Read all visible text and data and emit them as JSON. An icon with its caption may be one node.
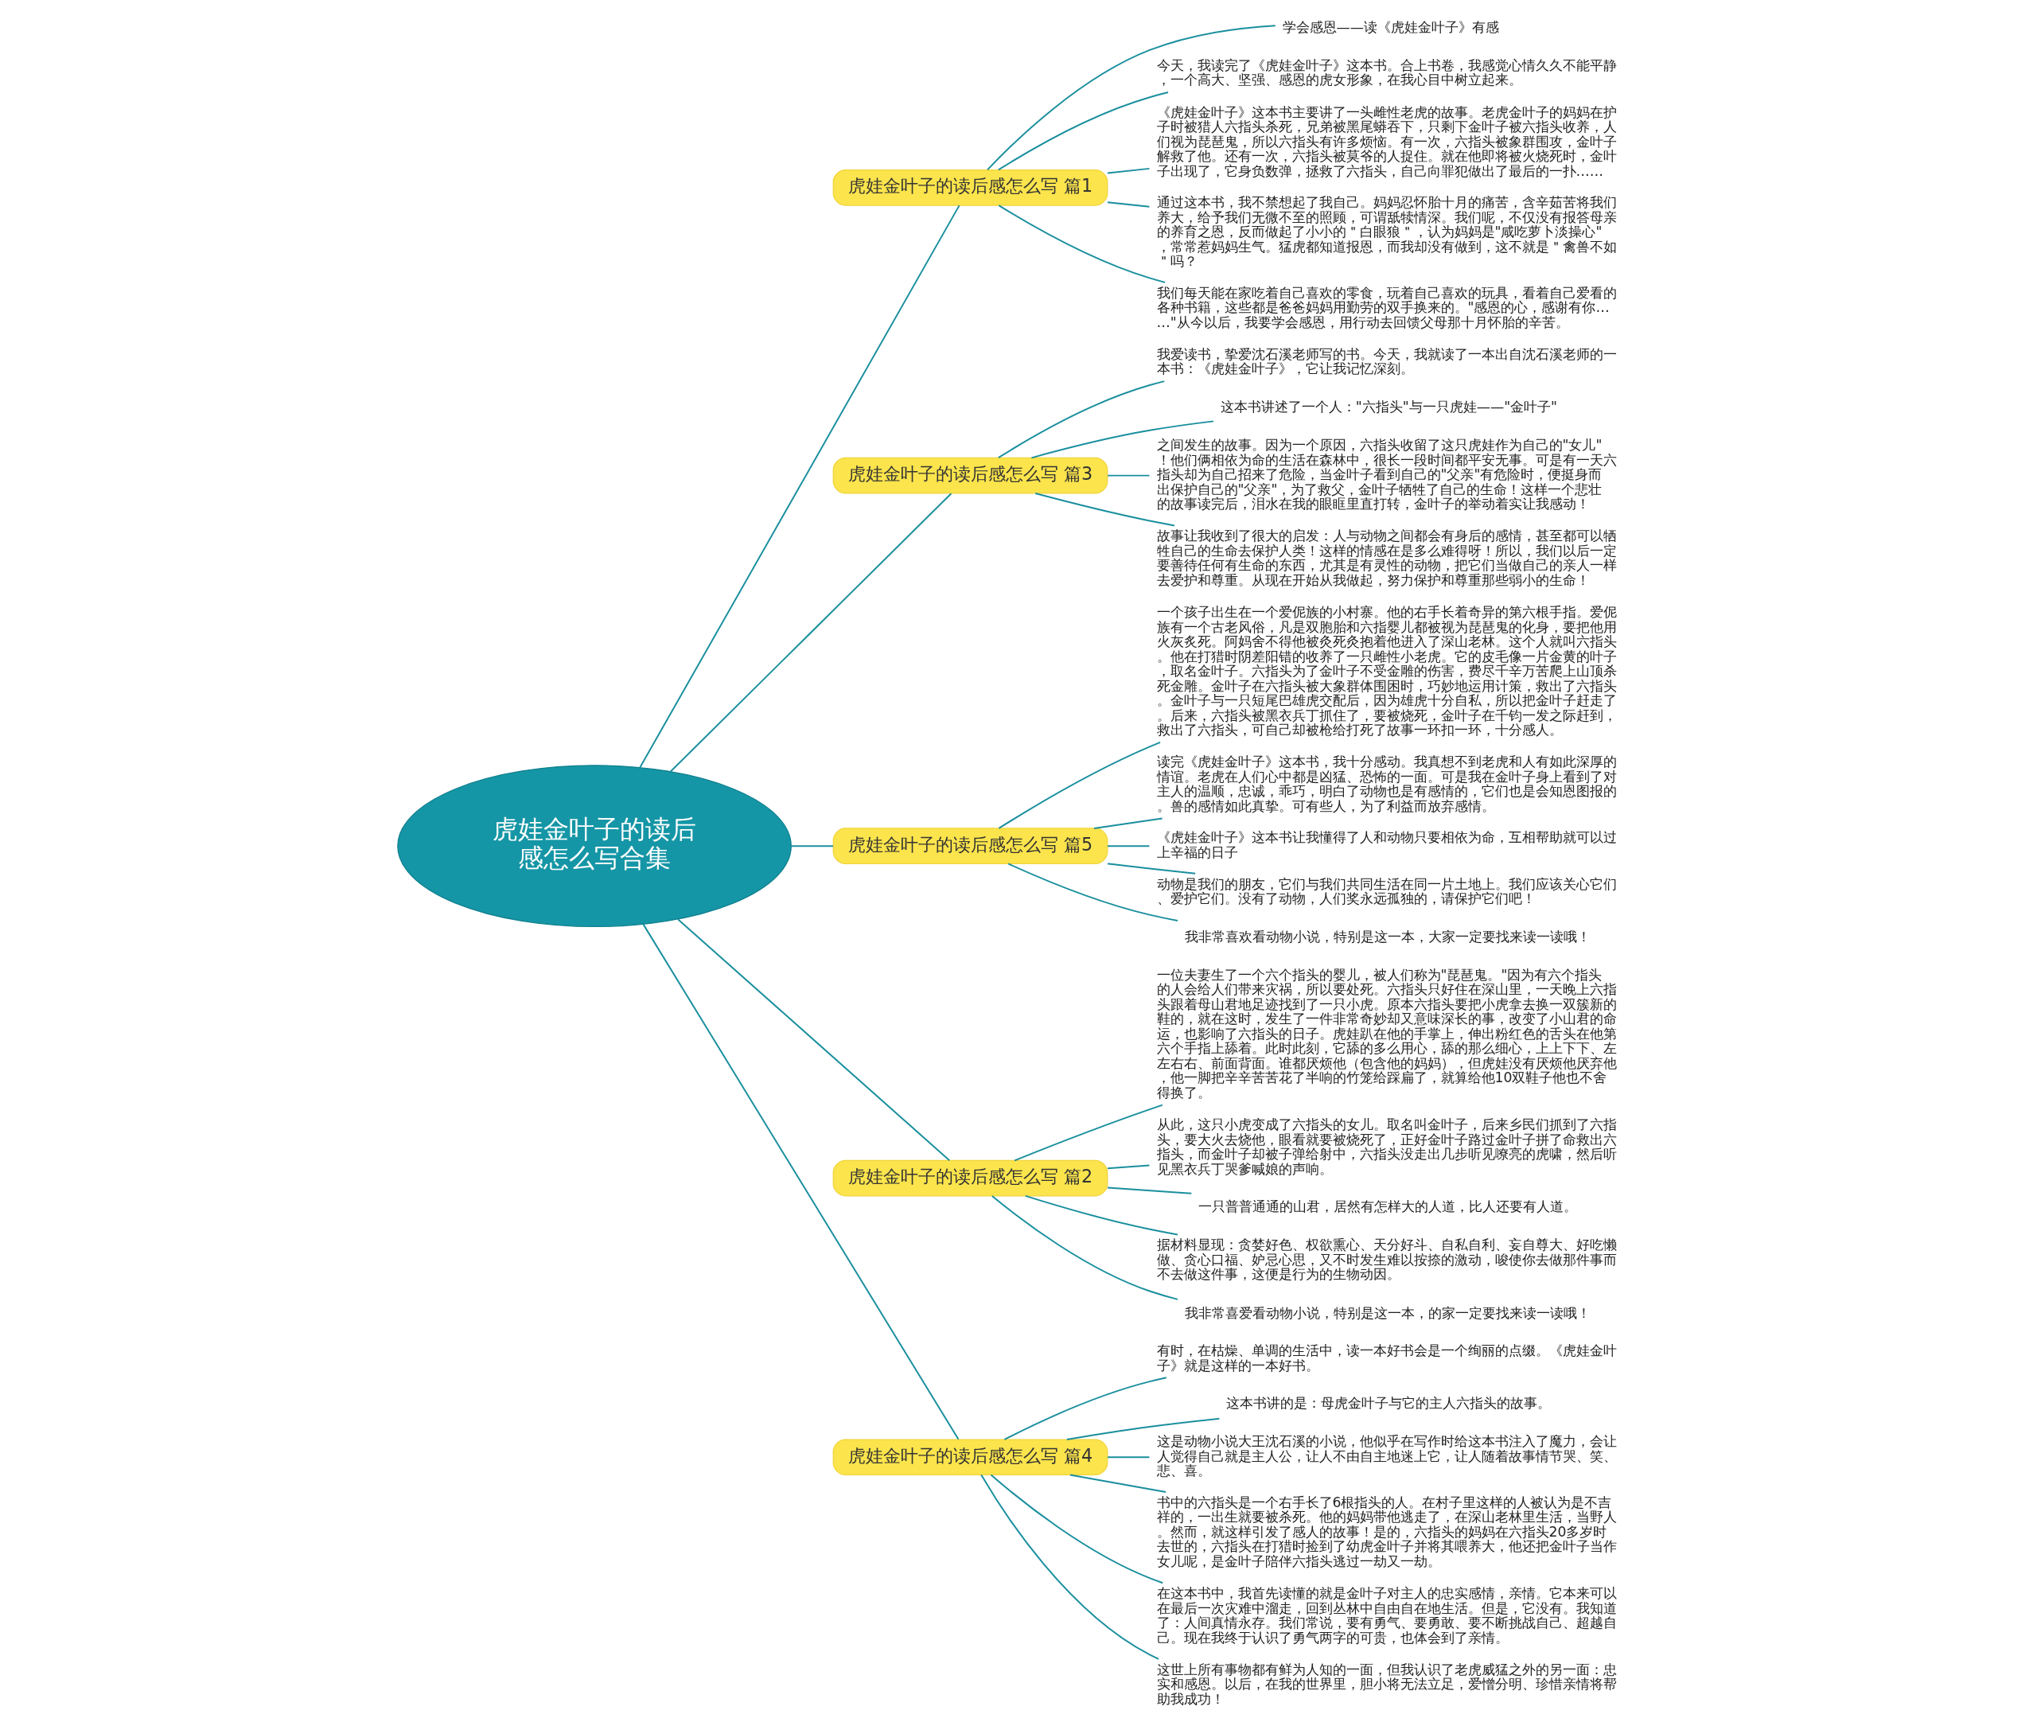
{
  "diagram": {
    "nodes": [
      {
        "text": [
          "虎娃金叶子的读后感怎么写合集"
        ]
      },
      {
        "text": [
          "虎娃金叶子的读后感怎么写 篇1"
        ]
      },
      {
        "text": [
          "学会感恩——读《虎娃金叶子》有感"
        ]
      },
      {
        "text": [
          "今天，我读完了《虎娃金叶子》这本书。合上书卷，我感觉心情久久不能平静，一个高大、坚强、感恩的虎女形象，在我心目中树立起来。"
        ]
      },
      {
        "text": [
          "《虎娃金叶子》这本书主要讲了一头雌性老虎的故事。老虎金叶子的妈妈在护子时被猎人六指头杀死，兄弟被黑尾蟒吞下，只剩下金叶子被六指头收养，人们视为琵琶鬼，所以六指头有许多烦恼。有一次，六指头被象群围攻，金叶子解救了他。还有一次，六指头被莫爷的人捉住。就在他即将被火烧死时，金叶子出现了，它身负数弹，拯救了六指头，自己向罪犯做出了最后的一扑……"
        ]
      },
      {
        "text": [
          "通过这本书，我不禁想起了我自己。妈妈忍怀胎十月的痛苦，含辛茹苦将我们养大，给予我们无微不至的照顾，可谓舐犊情深。我们呢，不仅没有报答母亲的养育之恩，反而做起了小小的＂白眼狼＂，认为妈妈是\"咸吃萝卜淡操心\"，常常惹妈妈生气。猛虎都知道报恩，而我却没有做到，这不就是＂禽兽不如＂吗？"
        ]
      },
      {
        "text": [
          "我们每天能在家吃着自己喜欢的零食，玩着自己喜欢的玩具，看着自己爱看的各种书籍，这些都是爸爸妈妈用勤劳的双手换来的。\"感恩的心，感谢有你……\"从今以后，我要学会感恩，用行动去回馈父母那十月怀胎的辛苦。"
        ]
      },
      {
        "text": [
          "虎娃金叶子的读后感怎么写 篇3"
        ]
      },
      {
        "text": [
          "我爱读书，挚爱沈石溪老师写的书。今天，我就读了一本出自沈石溪老师的一本书：《虎娃金叶子》，它让我记忆深刻。"
        ]
      },
      {
        "text": [
          "这本书讲述了一个人：\"六指头\"与一只虎娃——\"金叶子\""
        ]
      },
      {
        "text": [
          "之间发生的故事。因为一个原因，六指头收留了这只虎娃作为自己的\"女儿\"！他们俩相依为命的生活在森林中，很长一段时间都平安无事。可是有一天六指头却为自己招来了危险，当金叶子看到自己的\"父亲\"有危险时，便挺身而出保护自己的\"父亲\"，为了救父，金叶子牺牲了自己的生命！这样一个悲壮的故事读完后，泪水在我的眼眶里直打转，金叶子的举动着实让我感动！"
        ]
      },
      {
        "text": [
          "故事让我收到了很大的启发：人与动物之间都会有身后的感情，甚至都可以牺牲自己的生命去保护人类！这样的情感在是多么难得呀！所以，我们以后一定要善待任何有生命的东西，尤其是有灵性的动物，把它们当做自己的亲人一样去爱护和尊重。从现在开始从我做起，努力保护和尊重那些弱小的生命！"
        ]
      },
      {
        "text": [
          "虎娃金叶子的读后感怎么写 篇5"
        ]
      },
      {
        "text": [
          "一个孩子出生在一个爱伲族的小村寨。他的右手长着奇异的第六根手指。爱伲族有一个古老风俗，凡是双胞胎和六指婴儿都被视为琵琶鬼的化身，要把他用火灰炙死。阿妈舍不得他被灸死灸抱着他进入了深山老林。这个人就叫六指头。他在打猎时阴差阳错的收养了一只雌性小老虎。它的皮毛像一片金黄的叶子，取名金叶子。六指头为了金叶子不受金雕的伤害，费尽千辛万苦爬上山顶杀死金雕。金叶子在六指头被大象群体围困时，巧妙地运用计策，救出了六指头。金叶子与一只短尾巴雄虎交配后，因为雄虎十分自私，所以把金叶子赶走了。后来，六指头被黑衣兵丁抓住了，要被烧死，金叶子在千钧一发之际赶到，救出了六指头，可自己却被枪给打死了故事一环扣一环，十分感人。"
        ]
      },
      {
        "text": [
          "读完《虎娃金叶子》这本书，我十分感动。我真想不到老虎和人有如此深厚的情谊。老虎在人们心中都是凶猛、恐怖的一面。可是我在金叶子身上看到了对主人的温顺，忠诚，乖巧，明白了动物也是有感情的，它们也是会知恩图报的。兽的感情如此真挚。可有些人，为了利益而放弃感情。"
        ]
      },
      {
        "text": [
          "《虎娃金叶子》这本书让我懂得了人和动物只要相依为命，互相帮助就可以过上辛福的日子"
        ]
      },
      {
        "text": [
          "动物是我们的朋友，它们与我们共同生活在同一片土地上。我们应该关心它们、爱护它们。没有了动物，人们奖永远孤独的，请保护它们吧！"
        ]
      },
      {
        "text": [
          "我非常喜欢看动物小说，特别是这一本，大家一定要找来读一读哦！"
        ]
      },
      {
        "text": [
          "虎娃金叶子的读后感怎么写 篇2"
        ]
      },
      {
        "text": [
          "一位夫妻生了一个六个指头的婴儿，被人们称为\"琵琶鬼。\"因为有六个指头的人会给人们带来灾祸，所以要处死。六指头只好住在深山里，一天晚上六指头跟着母山君地足迹找到了一只小虎。原本六指头要把小虎拿去换一双簇新的鞋的，就在这时，发生了一件非常奇妙却又意味深长的事，改变了小山君的命运，也影响了六指头的日子。虎娃趴在他的手掌上，伸出粉红色的舌头在他第六个手指上舔着。此时此刻，它舔的多么用心，舔的那么细心，上上下下、左左右右、前面背面。谁都厌烦他（包含他的妈妈），但虎娃没有厌烦他厌弃他，他一脚把辛辛苦苦花了半响的竹笼给踩扁了，就算给他10双鞋子他也不舍得换了。"
        ]
      },
      {
        "text": [
          "从此，这只小虎变成了六指头的女儿。取名叫金叶子，后来乡民们抓到了六指头，要大火去烧他，眼看就要被烧死了，正好金叶子路过金叶子拼了命救出六指头，而金叶子却被子弹给射中，六指头没走出几步听见嘹亮的虎啸，然后听见黑衣兵丁哭爹喊娘的声响。"
        ]
      },
      {
        "text": [
          "一只普普通通的山君，居然有怎样大的人道，比人还要有人道。"
        ]
      },
      {
        "text": [
          "据材料显现：贪婪好色、权欲熏心、天分好斗、自私自利、妄自尊大、好吃懒做、贪心口福、妒忌心思，又不时发生难以按捺的激动，唆使你去做那件事而不去做这件事，这便是行为的生物动因。"
        ]
      },
      {
        "text": [
          "我非常喜爱看动物小说，特别是这一本，的家一定要找来读一读哦！"
        ]
      },
      {
        "text": [
          "虎娃金叶子的读后感怎么写 篇4"
        ]
      },
      {
        "text": [
          "有时，在枯燥、单调的生活中，读一本好书会是一个绚丽的点缀。《虎娃金叶子》就是这样的一本好书。"
        ]
      },
      {
        "text": [
          "这本书讲的是：母虎金叶子与它的主人六指头的故事。"
        ]
      },
      {
        "text": [
          "这是动物小说大王沈石溪的小说，他似乎在写作时给这本书注入了魔力，会让人觉得自己就是主人公，让人不由自主地迷上它，让人随着故事情节哭、笑、悲、喜。"
        ]
      },
      {
        "text": [
          "书中的六指头是一个右手长了6根指头的人。在村子里这样的人被认为是不吉祥的，一出生就要被杀死。他的妈妈带他逃走了，在深山老林里生活，当野人。然而，就这样引发了感人的故事！是的，六指头的妈妈在六指头20多岁时去世的，六指头在打猎时捡到了幼虎金叶子并将其喂养大，他还把金叶子当作女儿呢，是金叶子陪伴六指头逃过一劫又一劫。"
        ]
      },
      {
        "text": [
          "在这本书中，我首先读懂的就是金叶子对主人的忠实感情，亲情。它本来可以在最后一次灾难中溜走，回到丛林中自由自在地生活。但是，它没有。我知道了：人间真情永存。我们常说，要有勇气、要勇敢、要不断挑战自己、超越自己。现在我终于认识了勇气两字的可贵，也体会到了亲情。"
        ]
      },
      {
        "text": [
          "这世上所有事物都有鲜为人知的一面，但我认识了老虎威猛之外的另一面：忠实和感恩。以后，在我的世界里，胆小将无法立足，爱憎分明、珍惜亲情将帮助我成功！"
        ]
      }
    ],
    "edges": [
      {
        "from": 0,
        "to": 1,
        "arrow": "none"
      },
      {
        "from": 1,
        "to": 2,
        "arrow": "none"
      },
      {
        "from": 1,
        "to": 3,
        "arrow": "none"
      },
      {
        "from": 1,
        "to": 4,
        "arrow": "none"
      },
      {
        "from": 1,
        "to": 5,
        "arrow": "none"
      },
      {
        "from": 1,
        "to": 6,
        "arrow": "none"
      },
      {
        "from": 0,
        "to": 7,
        "arrow": "none"
      },
      {
        "from": 7,
        "to": 8,
        "arrow": "none"
      },
      {
        "from": 7,
        "to": 9,
        "arrow": "none"
      },
      {
        "from": 7,
        "to": 10,
        "arrow": "none"
      },
      {
        "from": 7,
        "to": 11,
        "arrow": "none"
      },
      {
        "from": 0,
        "to": 12,
        "arrow": "none"
      },
      {
        "from": 12,
        "to": 13,
        "arrow": "none"
      },
      {
        "from": 12,
        "to": 14,
        "arrow": "none"
      },
      {
        "from": 12,
        "to": 15,
        "arrow": "none"
      },
      {
        "from": 12,
        "to": 16,
        "arrow": "none"
      },
      {
        "from": 12,
        "to": 17,
        "arrow": "none"
      },
      {
        "from": 0,
        "to": 18,
        "arrow": "none"
      },
      {
        "from": 18,
        "to": 19,
        "arrow": "none"
      },
      {
        "from": 18,
        "to": 20,
        "arrow": "none"
      },
      {
        "from": 18,
        "to": 21,
        "arrow": "none"
      },
      {
        "from": 18,
        "to": 22,
        "arrow": "none"
      },
      {
        "from": 18,
        "to": 23,
        "arrow": "none"
      },
      {
        "from": 0,
        "to": 24,
        "arrow": "none"
      },
      {
        "from": 24,
        "to": 25,
        "arrow": "none"
      },
      {
        "from": 24,
        "to": 26,
        "arrow": "none"
      },
      {
        "from": 24,
        "to": 27,
        "arrow": "none"
      },
      {
        "from": 24,
        "to": 28,
        "arrow": "none"
      },
      {
        "from": 24,
        "to": 29,
        "arrow": "none"
      },
      {
        "from": 24,
        "to": 30,
        "arrow": "none"
      }
    ]
  }
}
